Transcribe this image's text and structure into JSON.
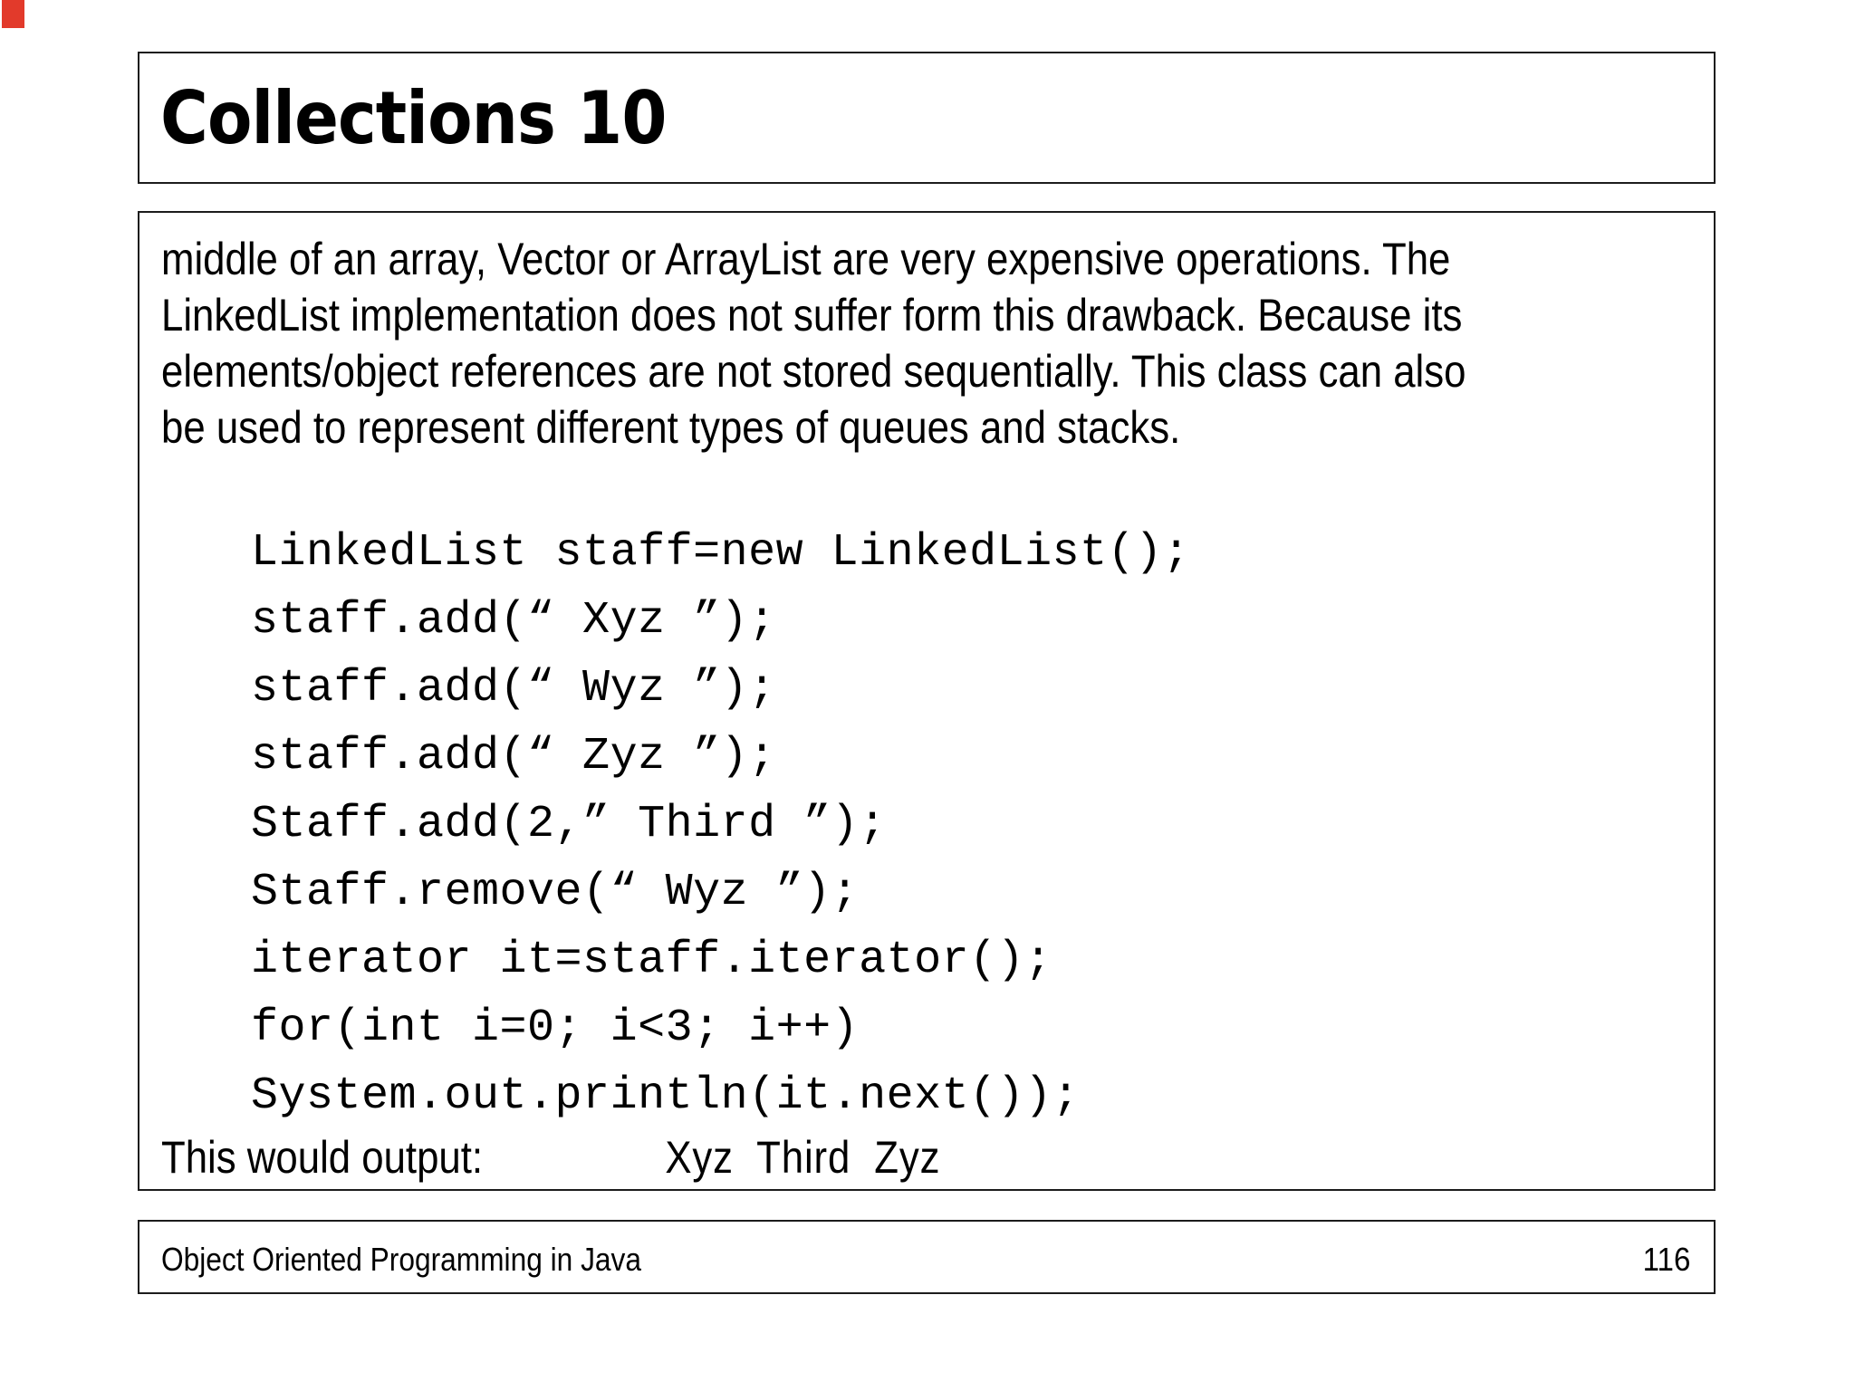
{
  "slide": {
    "title": "Collections 10",
    "body_paragraph": "middle of an array, Vector or ArrayList are very expensive operations.  The\nLinkedList implementation does not suffer form this drawback.  Because its\nelements/object references are not stored sequentially.  This class can also\nbe used to represent different types of queues and stacks.",
    "code_lines": "LinkedList staff=new LinkedList();\nstaff.add(“ Xyz ”);\nstaff.add(“ Wyz ”);\nstaff.add(“ Zyz ”);\nStaff.add(2,” Third ”);\nStaff.remove(“ Wyz ”);\niterator it=staff.iterator();\nfor(int i=0; i<3; i++)\nSystem.out.println(it.next());",
    "output_label": "This would output:",
    "output_value": "Xyz  Third  Zyz",
    "footer": {
      "left_text": "Object Oriented Programming in Java",
      "page_number": "116"
    },
    "colors": {
      "accent_red": "#e23a2b",
      "border": "#1c1c1c",
      "text": "#000000",
      "background": "#ffffff"
    }
  }
}
